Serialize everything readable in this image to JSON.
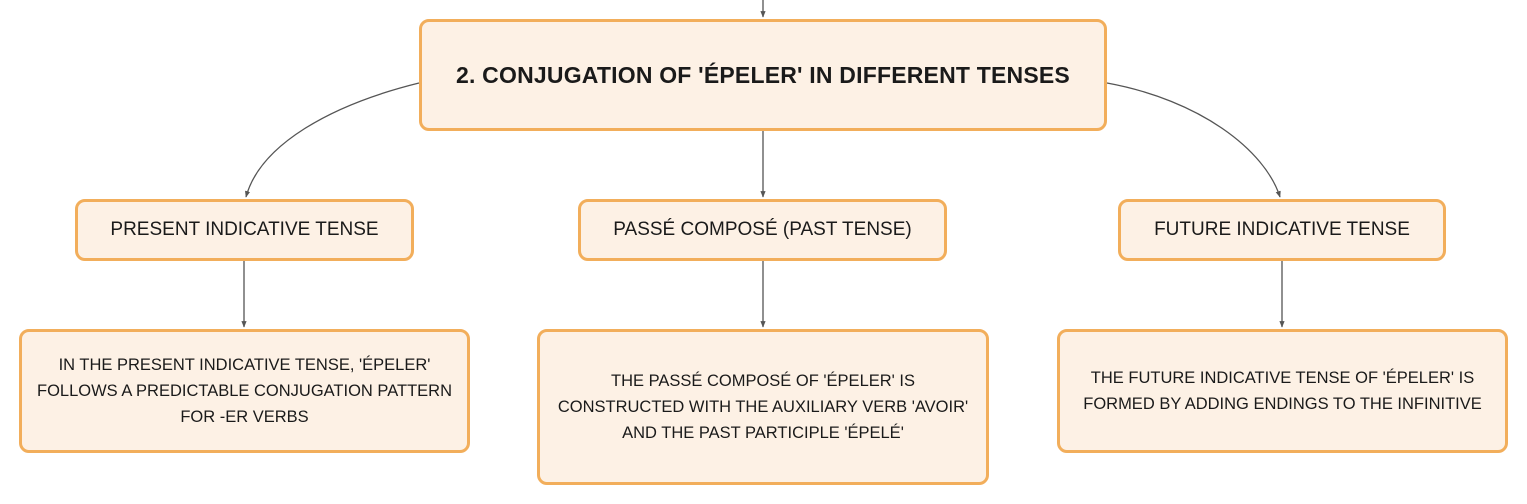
{
  "root": {
    "label": "2. CONJUGATION OF 'ÉPELER' IN DIFFERENT TENSES"
  },
  "branches": [
    {
      "label": "PRESENT INDICATIVE TENSE",
      "detail": "IN THE PRESENT INDICATIVE TENSE, 'ÉPELER' FOLLOWS A PREDICTABLE CONJUGATION PATTERN FOR -ER VERBS"
    },
    {
      "label": "PASSÉ COMPOSÉ (PAST TENSE)",
      "detail": "THE PASSÉ COMPOSÉ OF 'ÉPELER' IS CONSTRUCTED WITH THE AUXILIARY VERB 'AVOIR' AND THE PAST PARTICIPLE 'ÉPELÉ'"
    },
    {
      "label": "FUTURE INDICATIVE TENSE",
      "detail": "THE FUTURE INDICATIVE TENSE OF 'ÉPELER' IS FORMED BY ADDING ENDINGS TO THE INFINITIVE"
    }
  ],
  "colors": {
    "node_fill": "#fdf1e5",
    "node_border": "#f2ae5b",
    "connector": "#555555",
    "text": "#1a1a1a"
  }
}
